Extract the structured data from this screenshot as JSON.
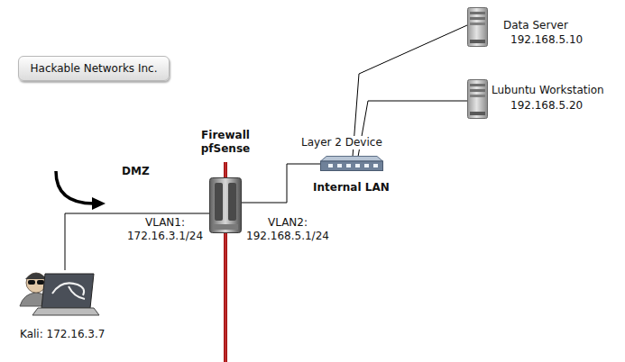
{
  "diagram": {
    "nodes": [
      {
        "text": [
          "Data Server",
          "192.168.5.10"
        ]
      },
      {
        "text": [
          "Hackable Networks Inc."
        ]
      },
      {
        "text": [
          "Lubuntu Workstation",
          "192.168.5.20"
        ]
      },
      {
        "text": [
          "Firewall pfSense"
        ]
      },
      {
        "text": [
          "Layer 2 Device"
        ]
      },
      {
        "text": [
          "Kali: 172.16.3.7"
        ]
      }
    ],
    "edges": [
      {
        "from": 5,
        "to": 3,
        "arrow": "none"
      },
      {
        "from": 3,
        "to": 4,
        "arrow": "none"
      },
      {
        "from": 4,
        "to": 0,
        "arrow": "none"
      },
      {
        "from": 4,
        "to": 2,
        "arrow": "none"
      }
    ],
    "labels": [
      "DMZ",
      "Internal LAN",
      "VLAN1: 172.16.3.1/24",
      "VLAN2: 192.168.5.1/24"
    ]
  }
}
